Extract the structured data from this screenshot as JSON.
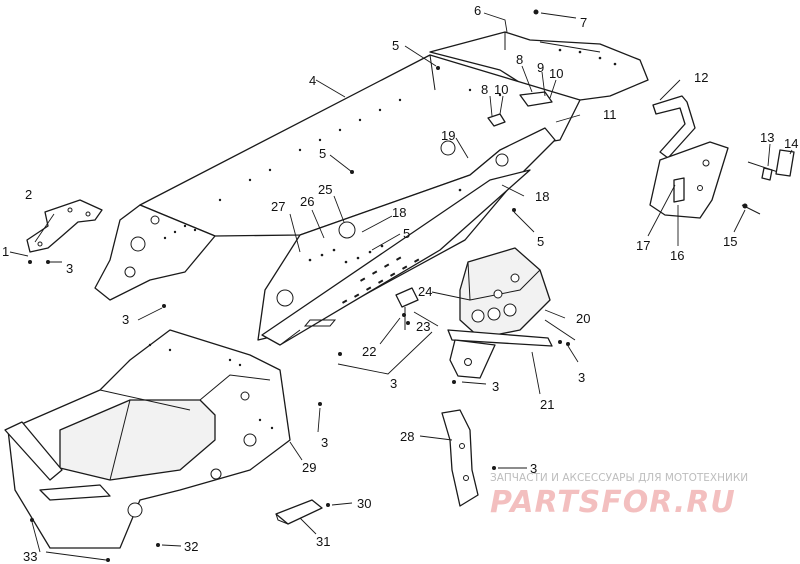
{
  "callouts": [
    {
      "id": "c1",
      "text": "1"
    },
    {
      "id": "c2",
      "text": "2"
    },
    {
      "id": "c3a",
      "text": "3"
    },
    {
      "id": "c3b",
      "text": "3"
    },
    {
      "id": "c3c",
      "text": "3"
    },
    {
      "id": "c3d",
      "text": "3"
    },
    {
      "id": "c3e",
      "text": "3"
    },
    {
      "id": "c3f",
      "text": "3"
    },
    {
      "id": "c3g",
      "text": "3"
    },
    {
      "id": "c4",
      "text": "4"
    },
    {
      "id": "c5a",
      "text": "5"
    },
    {
      "id": "c5b",
      "text": "5"
    },
    {
      "id": "c5c",
      "text": "5"
    },
    {
      "id": "c5d",
      "text": "5"
    },
    {
      "id": "c6",
      "text": "6"
    },
    {
      "id": "c7",
      "text": "7"
    },
    {
      "id": "c8a",
      "text": "8"
    },
    {
      "id": "c8b",
      "text": "8"
    },
    {
      "id": "c9",
      "text": "9"
    },
    {
      "id": "c10a",
      "text": "10"
    },
    {
      "id": "c10b",
      "text": "10"
    },
    {
      "id": "c11",
      "text": "11"
    },
    {
      "id": "c12",
      "text": "12"
    },
    {
      "id": "c13",
      "text": "13"
    },
    {
      "id": "c14",
      "text": "14"
    },
    {
      "id": "c15",
      "text": "15"
    },
    {
      "id": "c16",
      "text": "16"
    },
    {
      "id": "c17",
      "text": "17"
    },
    {
      "id": "c18a",
      "text": "18"
    },
    {
      "id": "c18b",
      "text": "18"
    },
    {
      "id": "c19",
      "text": "19"
    },
    {
      "id": "c20",
      "text": "20"
    },
    {
      "id": "c21",
      "text": "21"
    },
    {
      "id": "c22",
      "text": "22"
    },
    {
      "id": "c23",
      "text": "23"
    },
    {
      "id": "c24",
      "text": "24"
    },
    {
      "id": "c25",
      "text": "25"
    },
    {
      "id": "c26",
      "text": "26"
    },
    {
      "id": "c27",
      "text": "27"
    },
    {
      "id": "c28",
      "text": "28"
    },
    {
      "id": "c29",
      "text": "29"
    },
    {
      "id": "c30",
      "text": "30"
    },
    {
      "id": "c31",
      "text": "31"
    },
    {
      "id": "c32",
      "text": "32"
    },
    {
      "id": "c33",
      "text": "33"
    }
  ],
  "watermark": {
    "caption": "ЗАПЧАСТИ И АКСЕССУАРЫ ДЛЯ МОТОТЕХНИКИ",
    "logo": "PARTSFOR.RU",
    "logo_color": "#e57373"
  }
}
